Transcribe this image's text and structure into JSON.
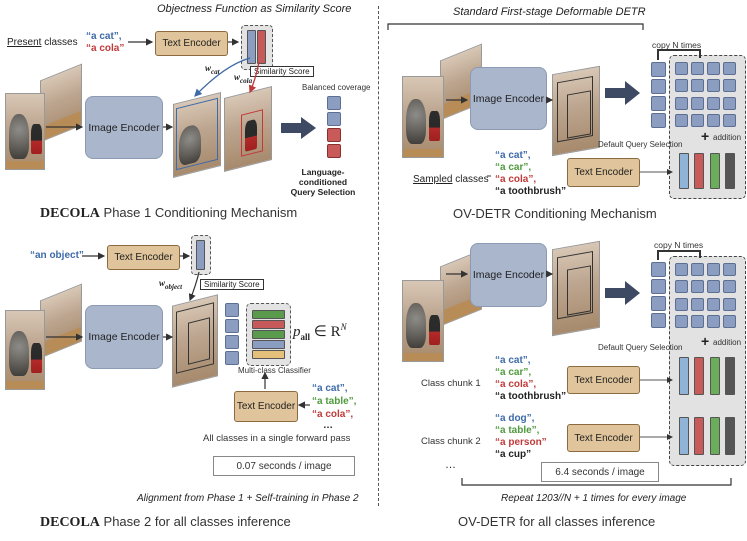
{
  "top_left": {
    "title": "Objectness Function as Similarity Score",
    "classes_label_underlined": "Present",
    "classes_label_rest": " classes",
    "class_cat": "“a cat”,",
    "class_cola": "“a cola”",
    "text_encoder": "Text Encoder",
    "image_encoder": "Image Encoder",
    "w_cat": "w",
    "w_cat_sub": "cat",
    "w_cola": "w",
    "w_cola_sub": "cola",
    "similarity_score": "Similarity Score",
    "balanced_coverage": "Balanced coverage",
    "query_selection_line1": "Language-conditioned",
    "query_selection_line2": "Query Selection",
    "caption_bold": "DECOLA",
    "caption_rest": " Phase 1 Conditioning Mechanism"
  },
  "bottom_left": {
    "class_object": "“an object”",
    "text_encoder_top": "Text Encoder",
    "image_encoder": "Image Encoder",
    "w_object": "w",
    "w_object_sub": "object",
    "similarity_score": "Similarity Score",
    "p_all": "p",
    "p_all_sub": "all",
    "p_all_rest": " ∈ R",
    "p_all_sup": "N",
    "multi_class_classifier": "Multi-class Classifier",
    "text_encoder_bottom": "Text Encoder",
    "class_list": [
      "“a cat”,",
      "“a table”,",
      "“a cola”,",
      "…"
    ],
    "all_classes_text": "All classes in a single  forward pass",
    "timing": "0.07 seconds / image",
    "footer_italic": "Alignment from Phase 1 + Self-training in Phase 2",
    "caption_bold": "DECOLA",
    "caption_rest": " Phase 2 for all classes inference"
  },
  "top_right": {
    "title": "Standard First-stage Deformable DETR",
    "image_encoder": "Image Encoder",
    "copy_n_times": "copy  N times",
    "default_query_selection": "Default Query Selection",
    "addition": "addition",
    "classes_label_underlined": "Sampled",
    "classes_label_rest": " classes",
    "class_list": [
      "“a cat”,",
      "“a car”,",
      "“a cola”,",
      "“a toothbrush”"
    ],
    "text_encoder": "Text Encoder",
    "caption": "OV-DETR Conditioning Mechanism"
  },
  "bottom_right": {
    "image_encoder": "Image Encoder",
    "copy_n_times": "copy N times",
    "default_query_selection": "Default Query Selection",
    "addition": "addition",
    "chunk1_label": "Class chunk 1",
    "chunk1_classes": [
      "“a cat”,",
      "“a car”,",
      "“a cola”,",
      "“a toothbrush”"
    ],
    "chunk2_label": "Class chunk 2",
    "chunk2_classes": [
      "“a dog”,",
      "“a table”,",
      "“a person”",
      "“a cup”"
    ],
    "ellipsis": "…",
    "text_encoder_1": "Text Encoder",
    "text_encoder_2": "Text Encoder",
    "timing": "6.4 seconds / image",
    "footer_italic": "Repeat 1203//N + 1 times for every image",
    "caption": "OV-DETR for all classes inference"
  },
  "colors": {
    "text_encoder_fill": "#e0c49b",
    "image_encoder_fill": "#a9b6cc",
    "blue": "#3d6aa8",
    "red": "#c03a3a",
    "green": "#4f9a3d",
    "query_square": "#8b9dc0"
  }
}
